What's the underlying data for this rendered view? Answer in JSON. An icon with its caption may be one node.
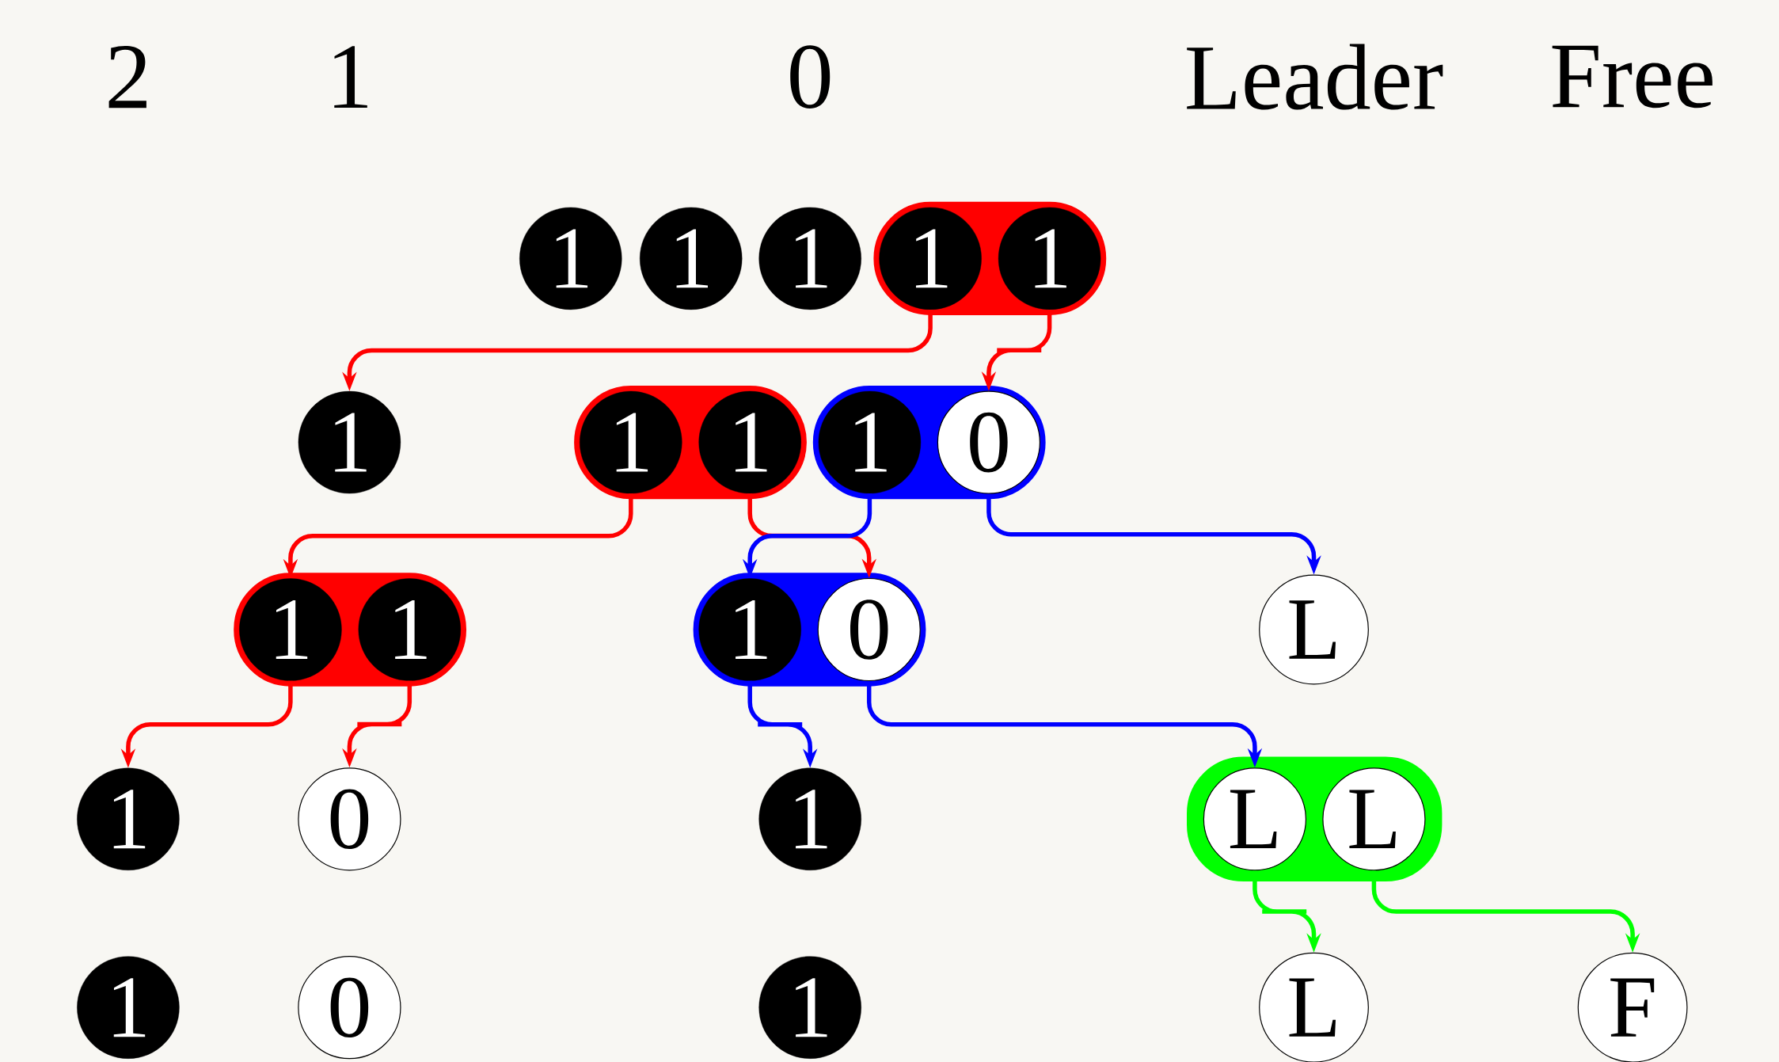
{
  "diagram": {
    "nodes": [
      {
        "text": [
          "1"
        ]
      },
      {
        "text": [
          "1"
        ]
      },
      {
        "text": [
          "1"
        ]
      },
      {
        "text": [],
        "shape": "capsule"
      },
      {
        "text": [
          "1"
        ],
        "in": 3
      },
      {
        "text": [
          "1"
        ],
        "in": 3
      },
      {
        "text": [
          "1"
        ]
      },
      {
        "text": [],
        "shape": "capsule"
      },
      {
        "text": [
          "1"
        ],
        "in": 7
      },
      {
        "text": [
          "1"
        ],
        "in": 7
      },
      {
        "text": [],
        "shape": "capsule"
      },
      {
        "text": [
          "1"
        ],
        "in": 10
      },
      {
        "text": [
          "0"
        ],
        "in": 10
      },
      {
        "text": [],
        "shape": "capsule"
      },
      {
        "text": [
          "1"
        ],
        "in": 13
      },
      {
        "text": [
          "1"
        ],
        "in": 13
      },
      {
        "text": [],
        "shape": "capsule"
      },
      {
        "text": [
          "1"
        ],
        "in": 16
      },
      {
        "text": [
          "0"
        ],
        "in": 16
      },
      {
        "text": [
          "L"
        ]
      },
      {
        "text": [
          "1"
        ]
      },
      {
        "text": [
          "0"
        ]
      },
      {
        "text": [
          "1"
        ]
      },
      {
        "text": [],
        "shape": "capsule"
      },
      {
        "text": [
          "L"
        ],
        "in": 23
      },
      {
        "text": [
          "L"
        ],
        "in": 23
      },
      {
        "text": [
          "1"
        ]
      },
      {
        "text": [
          "0"
        ]
      },
      {
        "text": [
          "1"
        ]
      },
      {
        "text": [
          "L"
        ]
      },
      {
        "text": [
          "F"
        ]
      }
    ],
    "edges": [
      {
        "from": 4,
        "to": 6,
        "arrow": "to",
        "color": "#ff0000"
      },
      {
        "from": 5,
        "to": 12,
        "arrow": "to",
        "color": "#ff0000"
      },
      {
        "from": 8,
        "to": 14,
        "arrow": "to",
        "color": "#ff0000"
      },
      {
        "from": 9,
        "to": 18,
        "arrow": "to",
        "color": "#ff0000"
      },
      {
        "from": 11,
        "to": 17,
        "arrow": "to",
        "color": "#0000ff"
      },
      {
        "from": 12,
        "to": 19,
        "arrow": "to",
        "color": "#0000ff"
      },
      {
        "from": 14,
        "to": 20,
        "arrow": "to",
        "color": "#ff0000"
      },
      {
        "from": 15,
        "to": 21,
        "arrow": "to",
        "color": "#ff0000"
      },
      {
        "from": 17,
        "to": 22,
        "arrow": "to",
        "color": "#0000ff"
      },
      {
        "from": 18,
        "to": 24,
        "arrow": "to",
        "color": "#0000ff"
      },
      {
        "from": 24,
        "to": 29,
        "arrow": "to",
        "color": "#00ff00"
      },
      {
        "from": 25,
        "to": 30,
        "arrow": "to",
        "color": "#00ff00"
      }
    ],
    "labels": [
      "2",
      "1",
      "0",
      "Leader",
      "Free"
    ]
  }
}
